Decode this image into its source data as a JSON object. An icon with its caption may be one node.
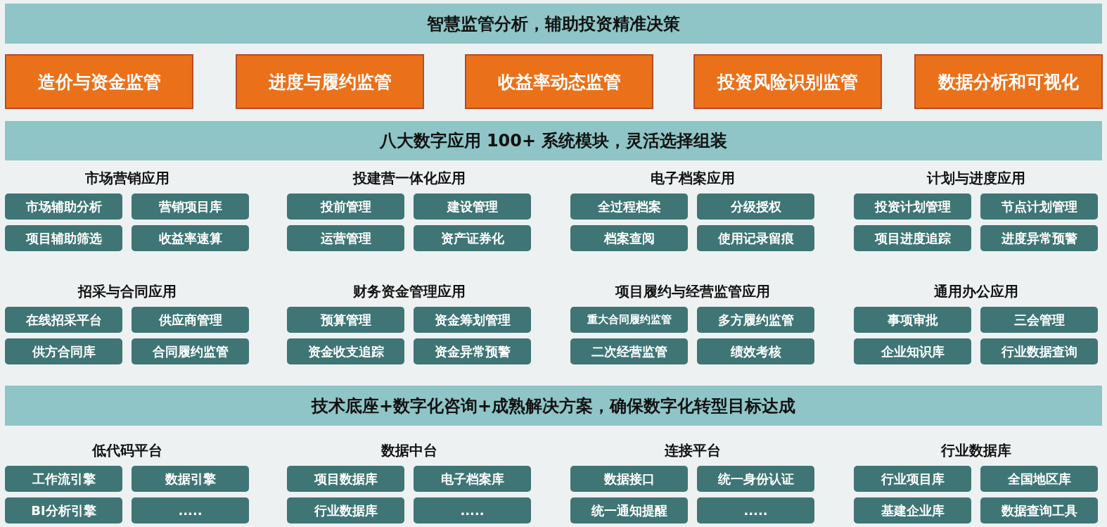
{
  "diagram": {
    "nodes": [
      {
        "text": [
          "智慧监管分析，辅助投资精准决策"
        ]
      },
      {
        "text": [
          "造价与资金监管"
        ]
      },
      {
        "text": [
          "进度与履约监管"
        ]
      },
      {
        "text": [
          "收益率动态监管"
        ]
      },
      {
        "text": [
          "投资风险识别监管"
        ]
      },
      {
        "text": [
          "数据分析和可视化"
        ]
      },
      {
        "text": [
          "八大数字应用 100+ 系统模块，灵活选择组装"
        ]
      },
      {
        "text": [
          "市场辅助分析"
        ]
      },
      {
        "text": [
          "营销项目库"
        ]
      },
      {
        "text": [
          "项目辅助筛选"
        ]
      },
      {
        "text": [
          "收益率速算"
        ]
      },
      {
        "text": [
          "投前管理"
        ]
      },
      {
        "text": [
          "建设管理"
        ]
      },
      {
        "text": [
          "运营管理"
        ]
      },
      {
        "text": [
          "资产证券化"
        ]
      },
      {
        "text": [
          "全过程档案"
        ]
      },
      {
        "text": [
          "分级授权"
        ]
      },
      {
        "text": [
          "档案查阅"
        ]
      },
      {
        "text": [
          "使用记录留痕"
        ]
      },
      {
        "text": [
          "投资计划管理"
        ]
      },
      {
        "text": [
          "节点计划管理"
        ]
      },
      {
        "text": [
          "项目进度追踪"
        ]
      },
      {
        "text": [
          "进度异常预警"
        ]
      },
      {
        "text": [
          "在线招采平台"
        ]
      },
      {
        "text": [
          "供应商管理"
        ]
      },
      {
        "text": [
          "供方合同库"
        ]
      },
      {
        "text": [
          "合同履约监管"
        ]
      },
      {
        "text": [
          "预算管理"
        ]
      },
      {
        "text": [
          "资金筹划管理"
        ]
      },
      {
        "text": [
          "资金收支追踪"
        ]
      },
      {
        "text": [
          "资金异常预警"
        ]
      },
      {
        "text": [
          "重大合同履约监管"
        ]
      },
      {
        "text": [
          "多方履约监管"
        ]
      },
      {
        "text": [
          "二次经营监管"
        ]
      },
      {
        "text": [
          "绩效考核"
        ]
      },
      {
        "text": [
          "事项审批"
        ]
      },
      {
        "text": [
          "三会管理"
        ]
      },
      {
        "text": [
          "企业知识库"
        ]
      },
      {
        "text": [
          "行业数据查询"
        ]
      },
      {
        "text": [
          "技术底座+数字化咨询+成熟解决方案，确保数字化转型目标达成"
        ]
      },
      {
        "text": [
          "工作流引擎"
        ]
      },
      {
        "text": [
          "数据引擎"
        ]
      },
      {
        "text": [
          "BI分析引擎"
        ]
      },
      {
        "text": [
          "....."
        ]
      },
      {
        "text": [
          "项目数据库"
        ]
      },
      {
        "text": [
          "电子档案库"
        ]
      },
      {
        "text": [
          "行业数据库"
        ]
      },
      {
        "text": [
          "....."
        ]
      },
      {
        "text": [
          "数据接口"
        ]
      },
      {
        "text": [
          "统一身份认证"
        ]
      },
      {
        "text": [
          "统一通知提醒"
        ]
      },
      {
        "text": [
          "....."
        ]
      },
      {
        "text": [
          "行业项目库"
        ]
      },
      {
        "text": [
          "全国地区库"
        ]
      },
      {
        "text": [
          "基建企业库"
        ]
      },
      {
        "text": [
          "数据查询工具"
        ]
      }
    ],
    "labels": [
      "市场营销应用",
      "投建营一体化应用",
      "电子档案应用",
      "计划与进度应用",
      "招采与合同应用",
      "财务资金管理应用",
      "项目履约与经营监管应用",
      "通用办公应用",
      "低代码平台",
      "数据中台",
      "连接平台",
      "行业数据库"
    ]
  }
}
